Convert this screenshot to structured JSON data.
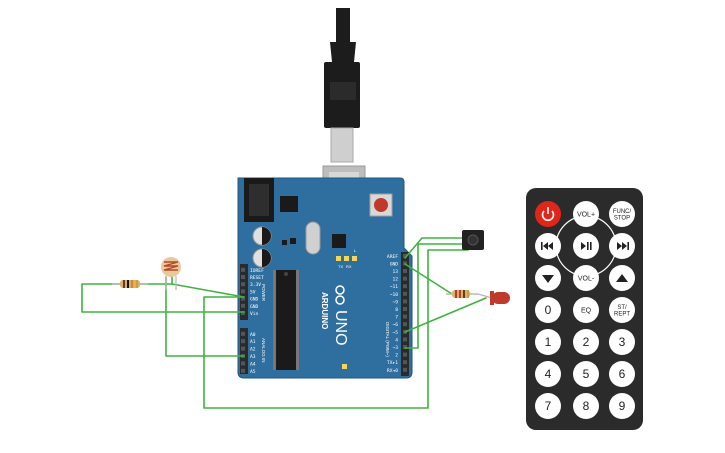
{
  "board": {
    "brand": "ARDUINO",
    "model": "UNO",
    "digital_header_title": "DIGITAL (PWM~)",
    "analog_header_title": "ANALOG IN",
    "power_header_title": "POWER",
    "tx_label": "TX",
    "rx_label": "RX",
    "l_label": "L",
    "on_label": "ON",
    "reset_label": "RESET",
    "digital_pins": [
      "AREF",
      "GND",
      "13",
      "12",
      "~11",
      "~10",
      "~9",
      "8",
      "7",
      "~6",
      "~5",
      "4",
      "~3",
      "2",
      "TX▸1",
      "RX◂0"
    ],
    "power_pins": [
      "IOREF",
      "RESET",
      "3.3V",
      "5V",
      "GND",
      "GND",
      "Vin"
    ],
    "analog_pins": [
      "A0",
      "A1",
      "A2",
      "A3",
      "A4",
      "A5"
    ]
  },
  "remote": {
    "buttons": [
      {
        "name": "power-button",
        "label": "",
        "icon": "power-icon"
      },
      {
        "name": "vol-up-button",
        "label": "VOL+"
      },
      {
        "name": "func-stop-button",
        "label": "FUNC/\nSTOP"
      },
      {
        "name": "prev-button",
        "label": "",
        "icon": "rewind-icon"
      },
      {
        "name": "play-pause-button",
        "label": "",
        "icon": "play-pause-icon"
      },
      {
        "name": "next-button",
        "label": "",
        "icon": "fast-forward-icon"
      },
      {
        "name": "down-button",
        "label": "",
        "icon": "down-arrow-icon"
      },
      {
        "name": "vol-down-button",
        "label": "VOL-"
      },
      {
        "name": "up-button",
        "label": "",
        "icon": "up-arrow-icon"
      },
      {
        "name": "digit-0-button",
        "label": "0"
      },
      {
        "name": "eq-button",
        "label": "EQ"
      },
      {
        "name": "st-rept-button",
        "label": "ST/\nREPT"
      },
      {
        "name": "digit-1-button",
        "label": "1"
      },
      {
        "name": "digit-2-button",
        "label": "2"
      },
      {
        "name": "digit-3-button",
        "label": "3"
      },
      {
        "name": "digit-4-button",
        "label": "4"
      },
      {
        "name": "digit-5-button",
        "label": "5"
      },
      {
        "name": "digit-6-button",
        "label": "6"
      },
      {
        "name": "digit-7-button",
        "label": "7"
      },
      {
        "name": "digit-8-button",
        "label": "8"
      },
      {
        "name": "digit-9-button",
        "label": "9"
      }
    ]
  },
  "colors": {
    "board": "#2f6f9f",
    "board_edge": "#1f5680",
    "wire": "#3fb33f",
    "header": "#2a2a2a",
    "remote_body": "#2b2b2b",
    "remote_button": "#ffffff",
    "power_button": "#e0261b",
    "led": "#c0392b",
    "resistor_body": "#d9b26b",
    "ldr": "#e8c99a",
    "usb": "#1c1c1c"
  }
}
